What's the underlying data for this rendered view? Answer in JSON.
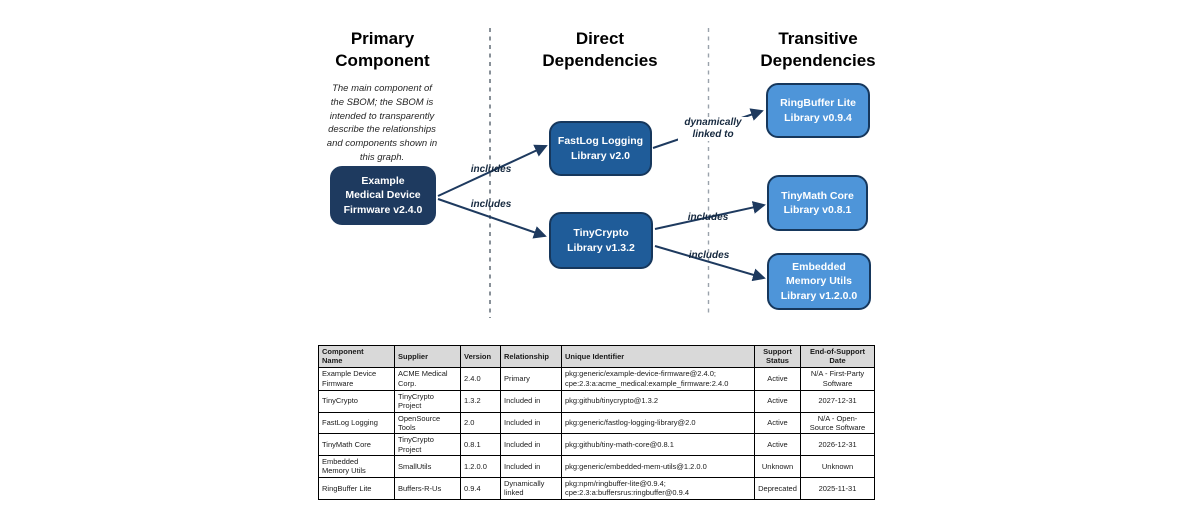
{
  "diagram": {
    "col1_title": "Primary\nComponent",
    "col2_title": "Direct\nDependencies",
    "col3_title": "Transitive\nDependencies",
    "intro": "The main component of\nthe SBOM; the SBOM is\nintended to transparently\ndescribe the relationships\nand components shown in\nthis graph.",
    "nodes": {
      "primary": "Example\nMedical Device\nFirmware v2.4.0",
      "fastlog": "FastLog Logging\nLibrary v2.0",
      "tinycrypto": "TinyCrypto\nLibrary v1.3.2",
      "ringbuffer": "RingBuffer Lite\nLibrary v0.9.4",
      "tinymath": "TinyMath Core\nLibrary v0.8.1",
      "embedded": "Embedded\nMemory Utils\nLibrary v1.2.0.0"
    },
    "edges": {
      "includes1": "includes",
      "includes2": "includes",
      "dynlink": "dynamically\nlinked to",
      "includes3": "includes",
      "includes4": "includes"
    }
  },
  "colors": {
    "primary_node": "#1E3A5F",
    "direct_node": "#1F5C99",
    "transitive_node": "#4E95D9",
    "node_border": "#16375C",
    "arrow": "#1E3A5F",
    "table_header_bg": "#D9D9D9"
  },
  "table": {
    "headers": [
      "Component\nName",
      "Supplier",
      "Version",
      "Relationship",
      "Unique Identifier",
      "Support\nStatus",
      "End-of-Support\nDate"
    ],
    "rows": [
      [
        "Example Device\nFirmware",
        "ACME Medical\nCorp.",
        "2.4.0",
        "Primary",
        "pkg:generic/example-device-firmware@2.4.0;\ncpe:2.3:a:acme_medical:example_firmware:2.4.0",
        "Active",
        "N/A - First-Party\nSoftware"
      ],
      [
        "TinyCrypto",
        "TinyCrypto\nProject",
        "1.3.2",
        "Included in",
        "pkg:github/tinycrypto@1.3.2",
        "Active",
        "2027-12-31"
      ],
      [
        "FastLog Logging",
        "OpenSource\nTools",
        "2.0",
        "Included in",
        "pkg:generic/fastlog-logging-library@2.0",
        "Active",
        "N/A - Open-\nSource Software"
      ],
      [
        "TinyMath Core",
        "TinyCrypto\nProject",
        "0.8.1",
        "Included in",
        "pkg:github/tiny-math-core@0.8.1",
        "Active",
        "2026-12-31"
      ],
      [
        "Embedded\nMemory Utils",
        "SmallUtils",
        "1.2.0.0",
        "Included in",
        "pkg:generic/embedded-mem-utils@1.2.0.0",
        "Unknown",
        "Unknown"
      ],
      [
        "RingBuffer Lite",
        "Buffers-R-Us",
        "0.9.4",
        "Dynamically\nlinked",
        "pkg:npm/ringbuffer-lite@0.9.4;\ncpe:2.3:a:buffersrus:ringbuffer@0.9.4",
        "Deprecated",
        "2025-11-31"
      ]
    ]
  }
}
